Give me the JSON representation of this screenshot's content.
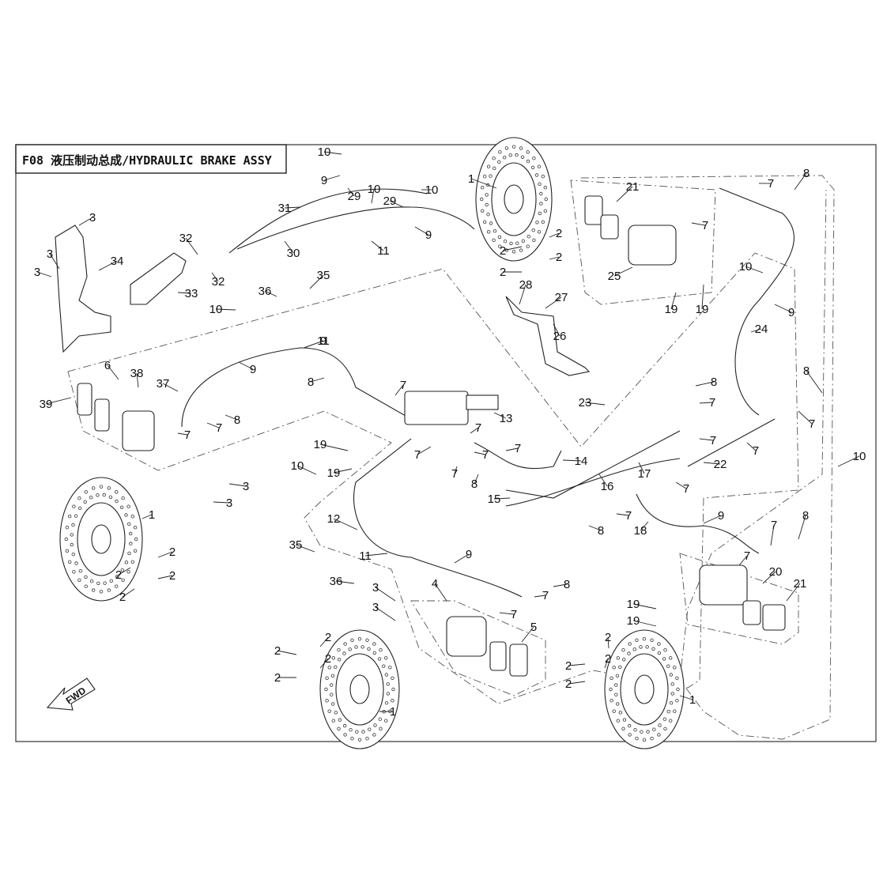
{
  "header": {
    "title": "F08 液压制动总成/HYDRAULIC BRAKE ASSY"
  },
  "direction_marker": {
    "label": "FWD"
  },
  "callouts": [
    {
      "id": "c1",
      "label": "1"
    },
    {
      "id": "c2",
      "label": "1"
    },
    {
      "id": "c3",
      "label": "1"
    },
    {
      "id": "c4",
      "label": "1"
    },
    {
      "id": "c5",
      "label": "2"
    },
    {
      "id": "c6",
      "label": "2"
    },
    {
      "id": "c7",
      "label": "2"
    },
    {
      "id": "c8",
      "label": "2"
    },
    {
      "id": "c9",
      "label": "2"
    },
    {
      "id": "c10",
      "label": "2"
    },
    {
      "id": "c11",
      "label": "2"
    },
    {
      "id": "c12",
      "label": "2"
    },
    {
      "id": "c13",
      "label": "2"
    },
    {
      "id": "c14",
      "label": "2"
    },
    {
      "id": "c15",
      "label": "2"
    },
    {
      "id": "c16",
      "label": "2"
    },
    {
      "id": "c17",
      "label": "2"
    },
    {
      "id": "c18",
      "label": "2"
    },
    {
      "id": "c19",
      "label": "2"
    },
    {
      "id": "c20",
      "label": "2"
    },
    {
      "id": "c21",
      "label": "3"
    },
    {
      "id": "c22",
      "label": "3"
    },
    {
      "id": "c23",
      "label": "3"
    },
    {
      "id": "c24",
      "label": "3"
    },
    {
      "id": "c25",
      "label": "3"
    },
    {
      "id": "c26",
      "label": "3"
    },
    {
      "id": "c27",
      "label": "3"
    },
    {
      "id": "c28",
      "label": "4"
    },
    {
      "id": "c29",
      "label": "5"
    },
    {
      "id": "c30",
      "label": "6"
    },
    {
      "id": "c31",
      "label": "7"
    },
    {
      "id": "c32",
      "label": "7"
    },
    {
      "id": "c33",
      "label": "7"
    },
    {
      "id": "c34",
      "label": "7"
    },
    {
      "id": "c35",
      "label": "7"
    },
    {
      "id": "c36",
      "label": "7"
    },
    {
      "id": "c37",
      "label": "7"
    },
    {
      "id": "c38",
      "label": "7"
    },
    {
      "id": "c39",
      "label": "7"
    },
    {
      "id": "c40",
      "label": "7"
    },
    {
      "id": "c41",
      "label": "7"
    },
    {
      "id": "c42",
      "label": "7"
    },
    {
      "id": "c43",
      "label": "7"
    },
    {
      "id": "c44",
      "label": "7"
    },
    {
      "id": "c45",
      "label": "7"
    },
    {
      "id": "c46",
      "label": "7"
    },
    {
      "id": "c47",
      "label": "7"
    },
    {
      "id": "c48",
      "label": "7"
    },
    {
      "id": "c49",
      "label": "7"
    },
    {
      "id": "c50",
      "label": "7"
    },
    {
      "id": "c51",
      "label": "8"
    },
    {
      "id": "c52",
      "label": "8"
    },
    {
      "id": "c53",
      "label": "8"
    },
    {
      "id": "c54",
      "label": "8"
    },
    {
      "id": "c55",
      "label": "8"
    },
    {
      "id": "c56",
      "label": "8"
    },
    {
      "id": "c57",
      "label": "8"
    },
    {
      "id": "c58",
      "label": "8"
    },
    {
      "id": "c59",
      "label": "8"
    },
    {
      "id": "c60",
      "label": "9"
    },
    {
      "id": "c61",
      "label": "9"
    },
    {
      "id": "c62",
      "label": "9"
    },
    {
      "id": "c63",
      "label": "9"
    },
    {
      "id": "c64",
      "label": "9"
    },
    {
      "id": "c65",
      "label": "9"
    },
    {
      "id": "c66",
      "label": "9"
    },
    {
      "id": "c67",
      "label": "10"
    },
    {
      "id": "c68",
      "label": "10"
    },
    {
      "id": "c69",
      "label": "10"
    },
    {
      "id": "c70",
      "label": "10"
    },
    {
      "id": "c71",
      "label": "10"
    },
    {
      "id": "c72",
      "label": "10"
    },
    {
      "id": "c73",
      "label": "10"
    },
    {
      "id": "c74",
      "label": "11"
    },
    {
      "id": "c75",
      "label": "11"
    },
    {
      "id": "c76",
      "label": "11"
    },
    {
      "id": "c77",
      "label": "12"
    },
    {
      "id": "c78",
      "label": "13"
    },
    {
      "id": "c79",
      "label": "14"
    },
    {
      "id": "c80",
      "label": "15"
    },
    {
      "id": "c81",
      "label": "16"
    },
    {
      "id": "c82",
      "label": "17"
    },
    {
      "id": "c83",
      "label": "18"
    },
    {
      "id": "c84",
      "label": "19"
    },
    {
      "id": "c85",
      "label": "19"
    },
    {
      "id": "c86",
      "label": "19"
    },
    {
      "id": "c87",
      "label": "19"
    },
    {
      "id": "c88",
      "label": "19"
    },
    {
      "id": "c89",
      "label": "19"
    },
    {
      "id": "c90",
      "label": "20"
    },
    {
      "id": "c91",
      "label": "21"
    },
    {
      "id": "c92",
      "label": "21"
    },
    {
      "id": "c93",
      "label": "22"
    },
    {
      "id": "c94",
      "label": "23"
    },
    {
      "id": "c95",
      "label": "24"
    },
    {
      "id": "c96",
      "label": "25"
    },
    {
      "id": "c97",
      "label": "26"
    },
    {
      "id": "c98",
      "label": "27"
    },
    {
      "id": "c99",
      "label": "28"
    },
    {
      "id": "c100",
      "label": "29"
    },
    {
      "id": "c101",
      "label": "29"
    },
    {
      "id": "c102",
      "label": "30"
    },
    {
      "id": "c103",
      "label": "31"
    },
    {
      "id": "c104",
      "label": "32"
    },
    {
      "id": "c105",
      "label": "32"
    },
    {
      "id": "c106",
      "label": "33"
    },
    {
      "id": "c107",
      "label": "34"
    },
    {
      "id": "c108",
      "label": "35"
    },
    {
      "id": "c109",
      "label": "35"
    },
    {
      "id": "c110",
      "label": "36"
    },
    {
      "id": "c111",
      "label": "36"
    },
    {
      "id": "c112",
      "label": "37"
    },
    {
      "id": "c113",
      "label": "38"
    },
    {
      "id": "c114",
      "label": "39"
    }
  ]
}
